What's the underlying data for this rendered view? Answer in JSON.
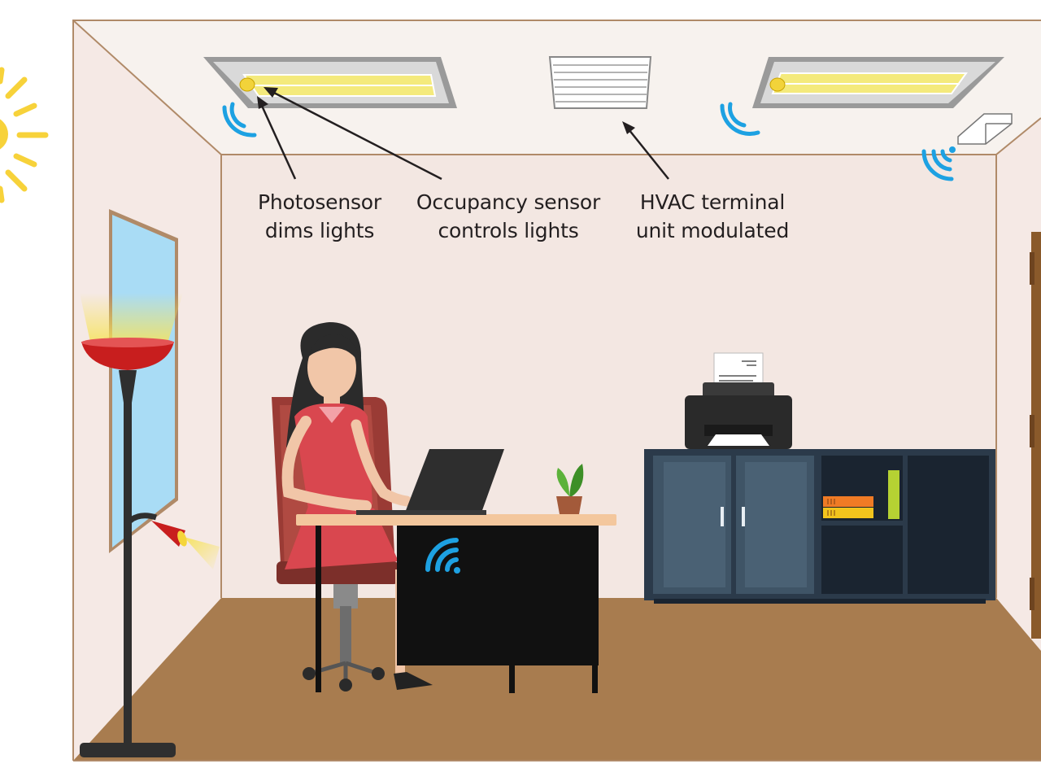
{
  "labels": {
    "photosensor": {
      "line1": "Photosensor",
      "line2": "dims lights"
    },
    "occupancy": {
      "line1": "Occupancy sensor",
      "line2": "controls lights"
    },
    "hvac": {
      "line1": "HVAC terminal",
      "line2": "unit modulated"
    }
  },
  "colors": {
    "wall_back": "#f3e7e2",
    "wall_side": "#f5e9e5",
    "ceiling": "#f7f2ee",
    "floor": "#a87c4f",
    "outline": "#b08a68",
    "sun": "#f7d23a",
    "wireless": "#1da1e2",
    "lamp_shade": "#c81e1e",
    "dress": "#d9474f",
    "chair": "#9a3b35",
    "cabinet": "#2b3a4a",
    "desk_top": "#f3c79d",
    "desk_body": "#111111",
    "window": "#a9dcf5",
    "light_tube": "#f4ea7c"
  },
  "icons": [
    "sun-icon",
    "wireless-signal-icon",
    "arrow-icon",
    "plant-icon",
    "printer-icon",
    "laptop-icon",
    "floor-lamp-icon"
  ]
}
